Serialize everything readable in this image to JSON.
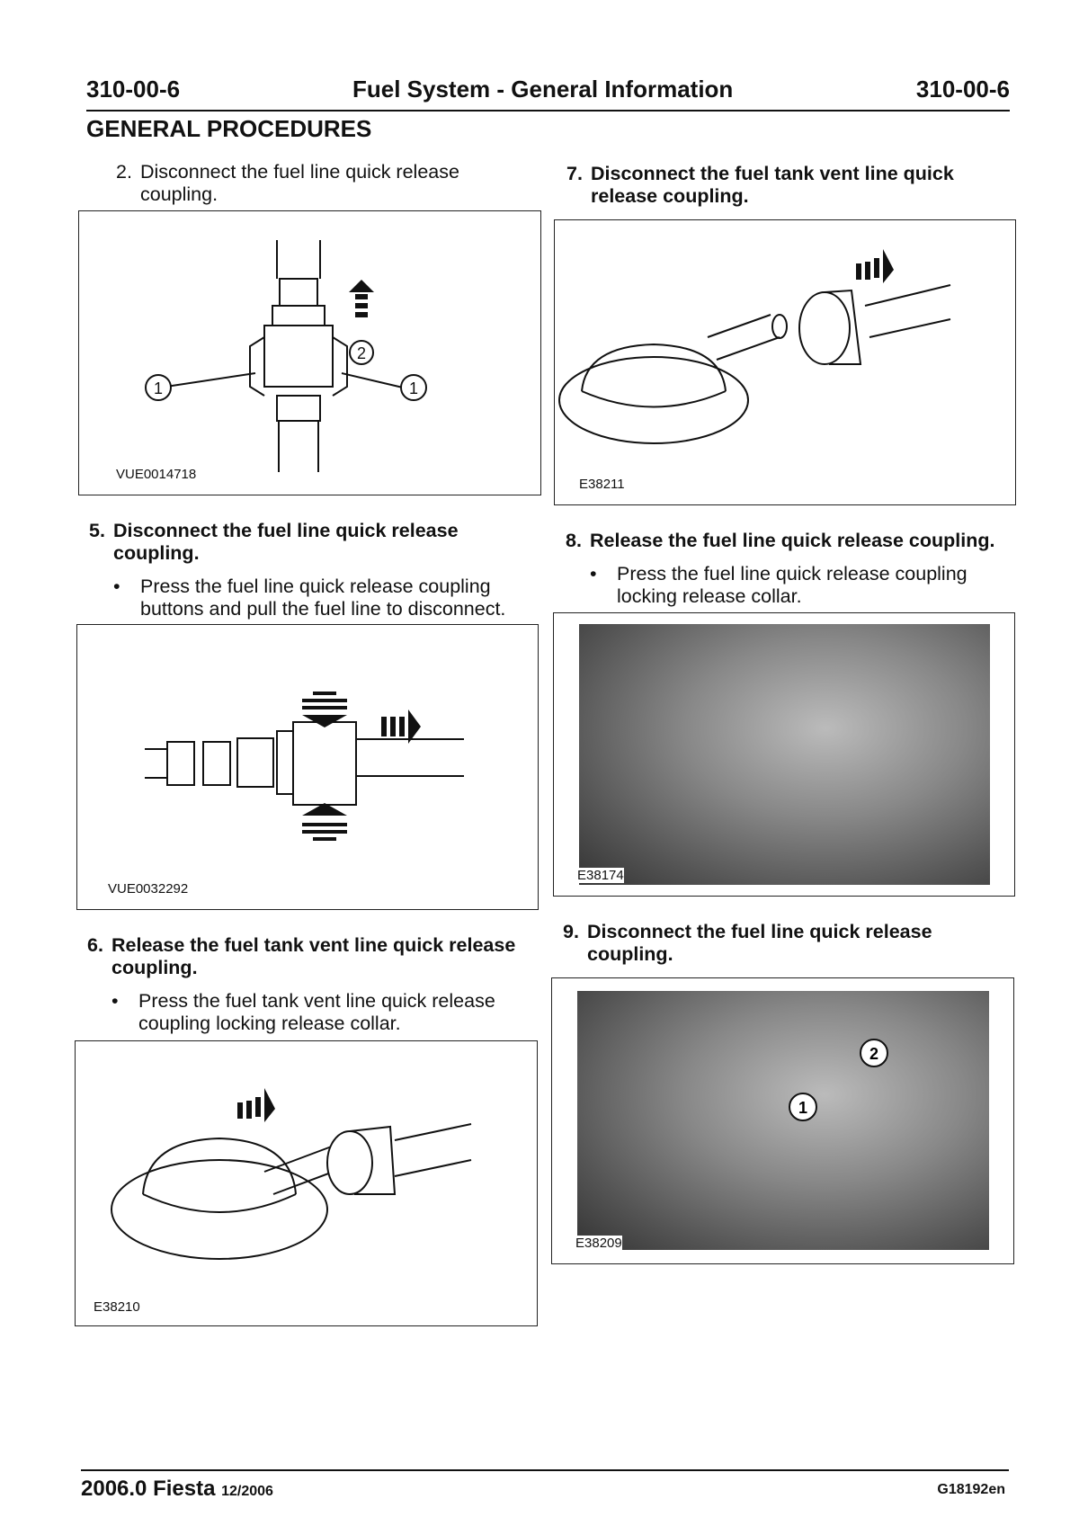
{
  "header": {
    "page_left": "310-00-6",
    "title": "Fuel System - General Information",
    "page_right": "310-00-6"
  },
  "section": "GENERAL PROCEDURES",
  "steps": [
    {
      "num": "2.",
      "text": "Disconnect the fuel line quick release coupling.",
      "figure": "VUE0014718",
      "callouts": [
        "1",
        "2",
        "1"
      ]
    },
    {
      "num": "5.",
      "text": "Disconnect the fuel line quick release coupling.",
      "bullet": "Press the fuel line quick release coupling buttons and pull the fuel line to disconnect.",
      "figure": "VUE0032292"
    },
    {
      "num": "6.",
      "text": "Release the fuel tank vent line quick release coupling.",
      "bullet": "Press the fuel tank vent line quick release coupling locking release collar.",
      "figure": "E38210"
    },
    {
      "num": "7.",
      "text": "Disconnect the fuel tank vent line quick release coupling.",
      "figure": "E38211"
    },
    {
      "num": "8.",
      "text": "Release the fuel line quick release coupling.",
      "bullet": "Press the fuel line quick release coupling locking release collar.",
      "figure": "E38174"
    },
    {
      "num": "9.",
      "text": "Disconnect the fuel line quick release coupling.",
      "figure": "E38209",
      "callouts": [
        "2",
        "1"
      ]
    }
  ],
  "bullet_char": "•",
  "footer": {
    "model": "2006.0 Fiesta",
    "date": "12/2006",
    "code": "G18192en"
  }
}
